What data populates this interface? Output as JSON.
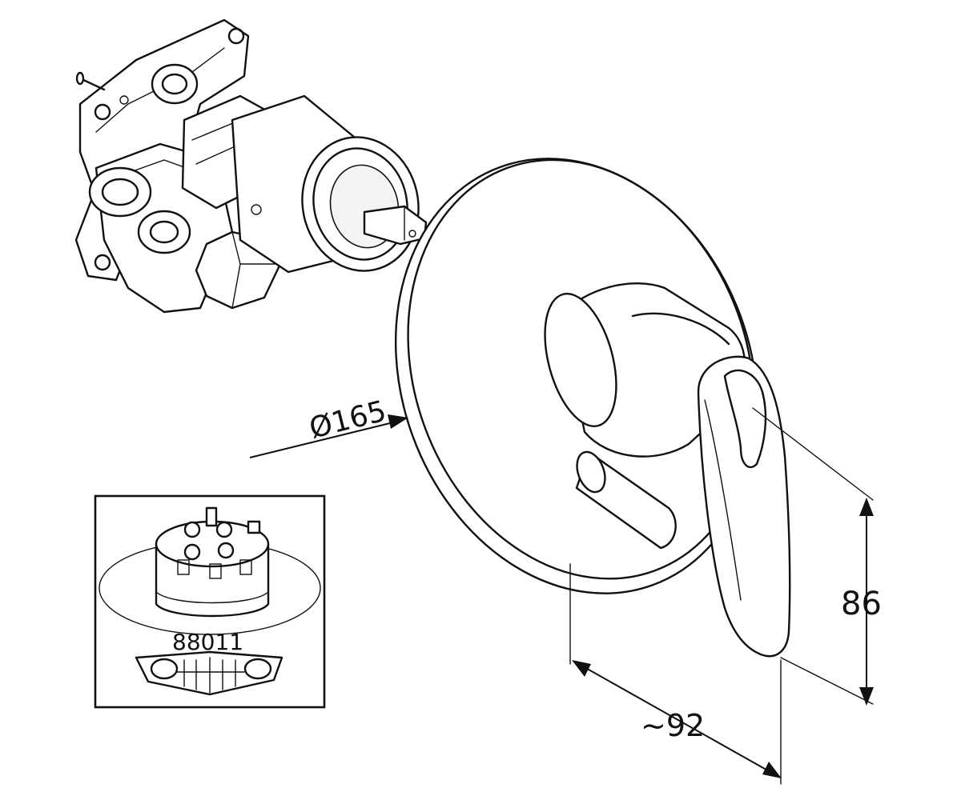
{
  "dimensions": {
    "diameter_label": "Ø165",
    "height_label": "86",
    "depth_label": "~92"
  },
  "inset": {
    "part_number": "88011"
  }
}
